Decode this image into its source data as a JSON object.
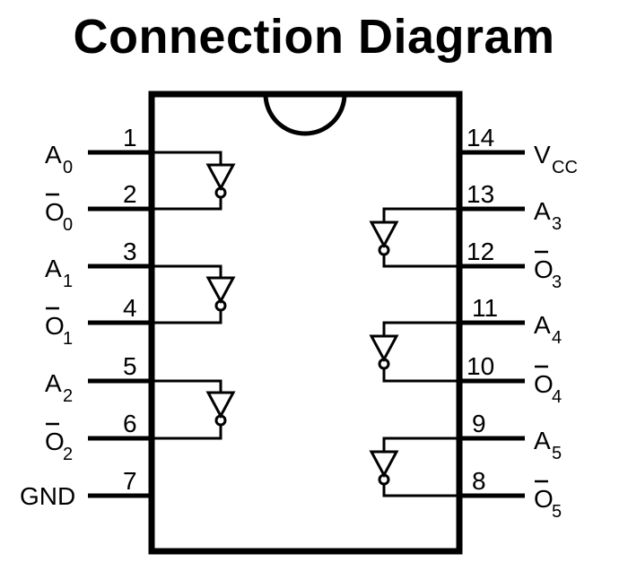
{
  "title": "Connection Diagram",
  "pins": [
    {
      "num": "1",
      "name": "A",
      "sub": "0",
      "bar": false
    },
    {
      "num": "2",
      "name": "O",
      "sub": "0",
      "bar": true
    },
    {
      "num": "3",
      "name": "A",
      "sub": "1",
      "bar": false
    },
    {
      "num": "4",
      "name": "O",
      "sub": "1",
      "bar": true
    },
    {
      "num": "5",
      "name": "A",
      "sub": "2",
      "bar": false
    },
    {
      "num": "6",
      "name": "O",
      "sub": "2",
      "bar": true
    },
    {
      "num": "7",
      "name": "GND",
      "sub": "",
      "bar": false
    },
    {
      "num": "8",
      "name": "O",
      "sub": "5",
      "bar": true
    },
    {
      "num": "9",
      "name": "A",
      "sub": "5",
      "bar": false
    },
    {
      "num": "10",
      "name": "O",
      "sub": "4",
      "bar": true
    },
    {
      "num": "11",
      "name": "A",
      "sub": "4",
      "bar": false
    },
    {
      "num": "12",
      "name": "O",
      "sub": "3",
      "bar": true
    },
    {
      "num": "13",
      "name": "A",
      "sub": "3",
      "bar": false
    },
    {
      "num": "14",
      "name": "V",
      "sub": "CC",
      "bar": false
    }
  ],
  "colors": {
    "ink": "#000000",
    "background": "#ffffff"
  }
}
